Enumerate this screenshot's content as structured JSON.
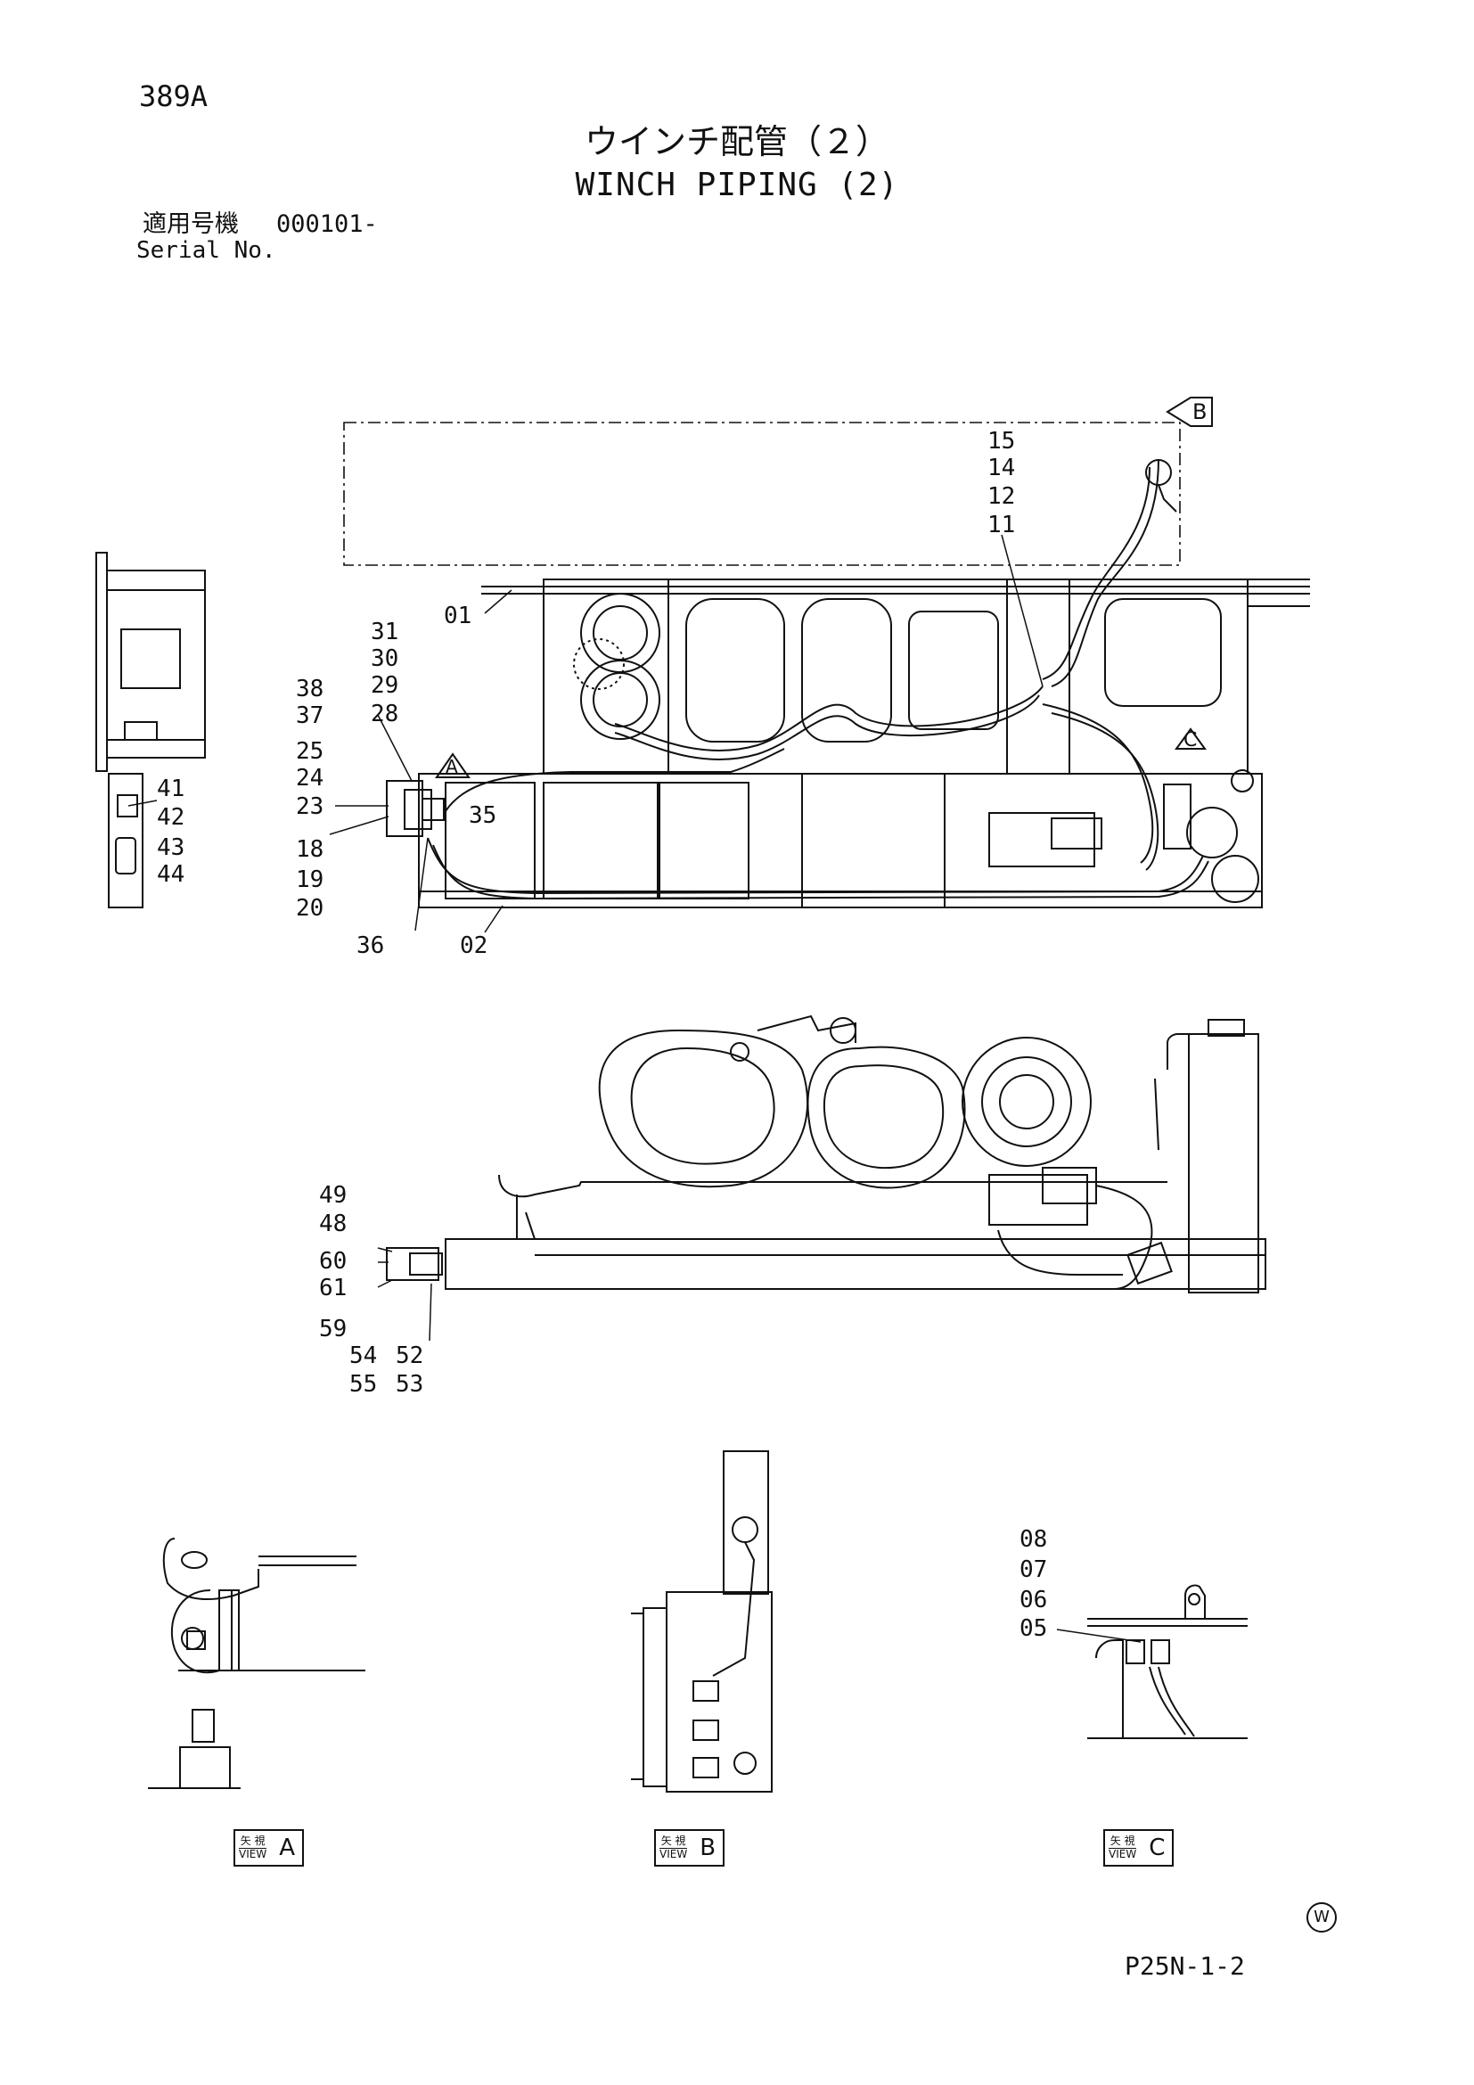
{
  "header": {
    "page_code": "389A",
    "title_ja": "ウインチ配管（２）",
    "title_en": "WINCH PIPING (2)",
    "serial_label_ja": "適用号機",
    "serial_value": "000101-",
    "serial_label_en": "Serial No."
  },
  "callouts": {
    "c15": "15",
    "c14": "14",
    "c12": "12",
    "c11": "11",
    "c01": "01",
    "c31": "31",
    "c30": "30",
    "c29": "29",
    "c28": "28",
    "c38": "38",
    "c37": "37",
    "c25": "25",
    "c24": "24",
    "c23": "23",
    "c35": "35",
    "c18": "18",
    "c19": "19",
    "c20": "20",
    "c36": "36",
    "c02": "02",
    "c41": "41",
    "c42": "42",
    "c43": "43",
    "c44": "44",
    "c49": "49",
    "c48": "48",
    "c60": "60",
    "c61": "61",
    "c59": "59",
    "c54": "54",
    "c52": "52",
    "c55": "55",
    "c53": "53",
    "c08": "08",
    "c07": "07",
    "c06": "06",
    "c05": "05"
  },
  "view_markers": {
    "a": "A",
    "b": "B",
    "c": "C"
  },
  "view_labels": [
    {
      "ja": "矢 視",
      "en": "VIEW",
      "letter": "A"
    },
    {
      "ja": "矢 視",
      "en": "VIEW",
      "letter": "B"
    },
    {
      "ja": "矢 視",
      "en": "VIEW",
      "letter": "C"
    }
  ],
  "watermark": "W",
  "footer": {
    "page_id": "P25N-1-2"
  }
}
